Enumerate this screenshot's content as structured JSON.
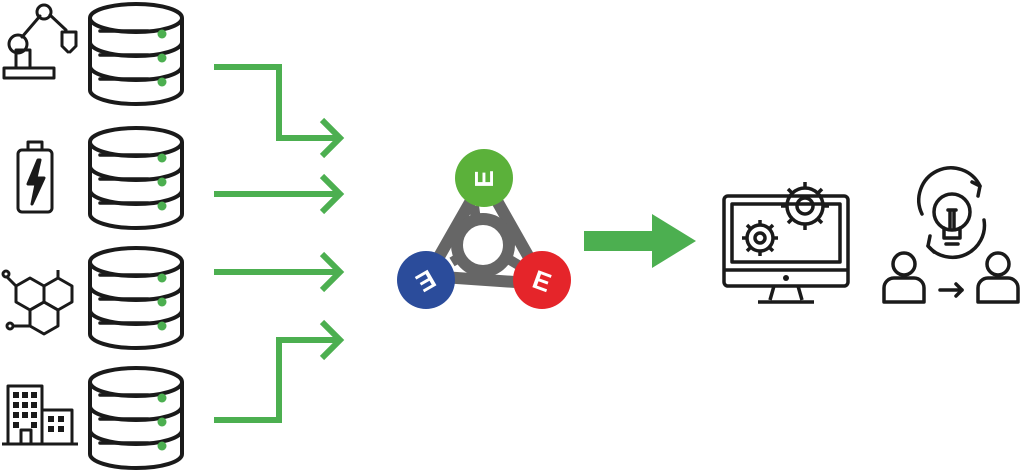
{
  "hub": {
    "top_letter": "E",
    "left_letter": "E",
    "right_letter": "E"
  },
  "colors": {
    "arrow": "#4CAF50",
    "line": "#1a1a1a",
    "hub_frame": "#666666",
    "node_green": "#5BB13A",
    "node_blue": "#2B4C9B",
    "node_red": "#E5252A"
  },
  "icons": {
    "sources": [
      "robot-arm-icon",
      "battery-icon",
      "molecule-icon",
      "building-icon"
    ],
    "databases": [
      "database-icon",
      "database-icon",
      "database-icon",
      "database-icon"
    ],
    "outputs": [
      "monitor-gears-icon",
      "knowledge-transfer-icon"
    ]
  }
}
